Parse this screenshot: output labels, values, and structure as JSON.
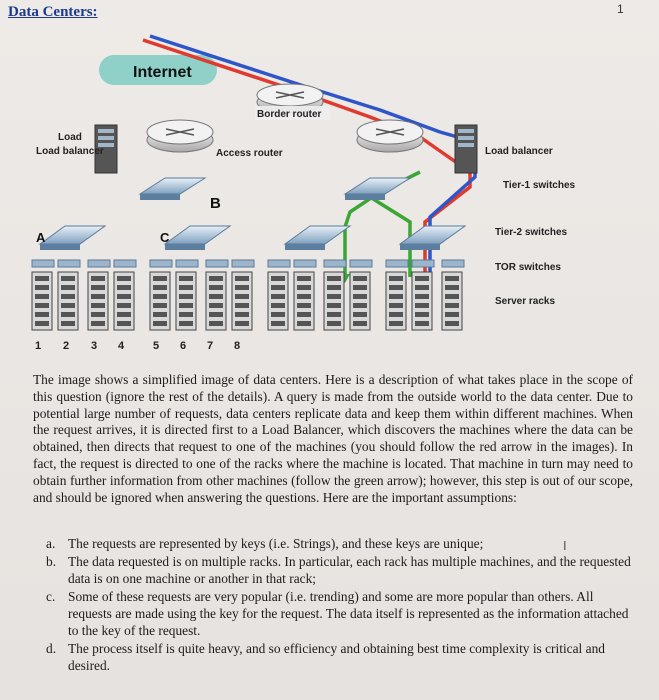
{
  "header": {
    "title": "Data Centers:",
    "page_number": "1"
  },
  "diagram": {
    "internet_label": "Internet",
    "border_router_label": "Border router",
    "access_router_label": "Access router",
    "load_balancer_left": "Load balancer",
    "load_balancer_right": "Load balancer",
    "tier1_label": "Tier-1 switches",
    "tier2_label": "Tier-2 switches",
    "tor_label": "TOR switches",
    "server_racks_label": "Server racks",
    "marker_a": "A",
    "marker_b": "B",
    "marker_c": "C",
    "rack_numbers": [
      "1",
      "2",
      "3",
      "4",
      "5",
      "6",
      "7",
      "8"
    ],
    "colors": {
      "red_arrow": "#e03a2f",
      "green_arrow": "#3aa635",
      "blue_arrow": "#2f56c9",
      "internet_cloud": "#8fd0c8"
    }
  },
  "body": {
    "paragraph": "The image shows a simplified image of data centers. Here is a description of what takes place in the scope of this question (ignore the rest of the details). A query is made from the outside world to the data center. Due to potential large number of requests, data centers replicate data and keep them within different machines. When the request arrives, it is directed first to a Load Balancer, which discovers the machines where the data can be obtained, then directs that request to one of the machines (you should follow the red arrow in the images). In fact, the request is directed to one of the racks where the machine is located. That machine in turn may need to obtain further information from other machines (follow the green arrow); however, this step is out of our scope, and should be ignored when answering the questions. Here are the important assumptions:",
    "assumptions": [
      {
        "marker": "a.",
        "text": "The requests are represented by keys (i.e. Strings), and these keys are unique;"
      },
      {
        "marker": "b.",
        "text": "The data requested is on multiple racks. In particular, each rack has multiple machines, and the requested data is on one machine or another in that rack;"
      },
      {
        "marker": "c.",
        "text": "Some of these requests are very popular (i.e. trending) and some are more popular than others. All requests are made using the key for the request. The data itself is represented as the information attached to the key of the request."
      },
      {
        "marker": "d.",
        "text": "The process itself is quite heavy, and so efficiency and obtaining best time complexity is critical and desired."
      }
    ]
  }
}
